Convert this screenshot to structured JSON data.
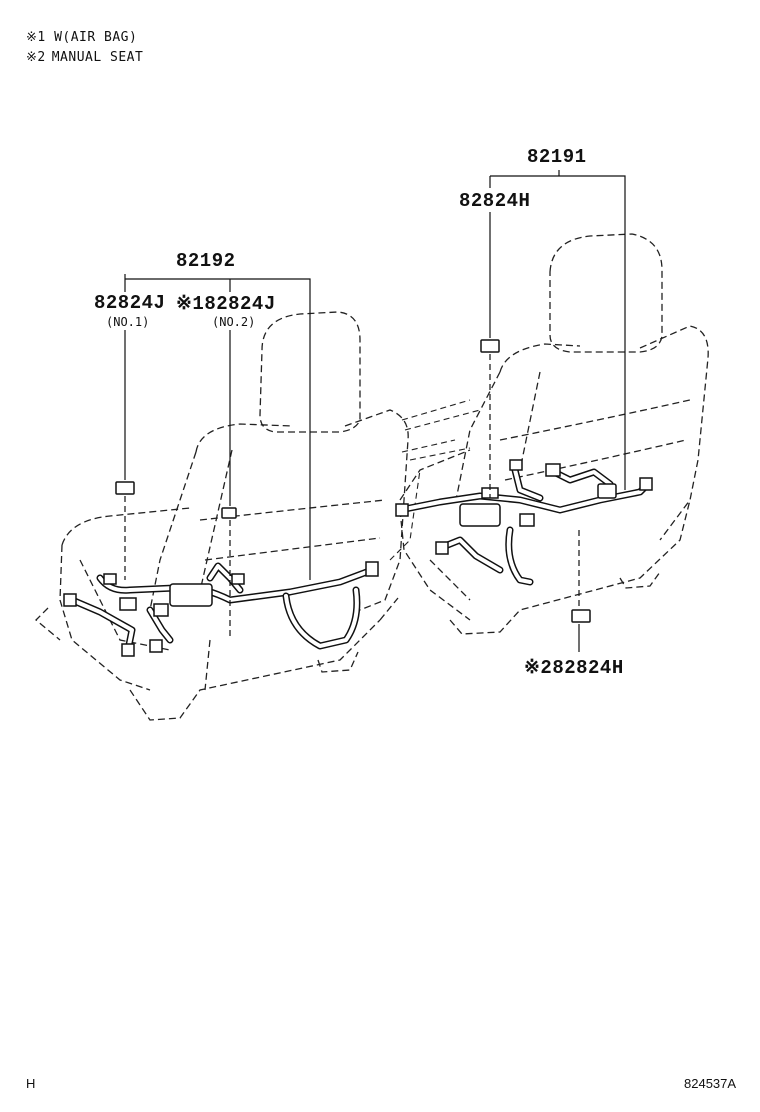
{
  "notes": [
    {
      "mark": "※1",
      "text": "W(AIR BAG)"
    },
    {
      "mark": "※2",
      "text": "MANUAL SEAT"
    }
  ],
  "parts": {
    "right_assembly": "82191",
    "right_connector_top": "82824H",
    "right_connector_bottom": "※282824H",
    "left_assembly": "82192",
    "left_connector_no1": "82824J",
    "left_connector_no1_sub": "(NO.1)",
    "left_connector_no2": "※182824J",
    "left_connector_no2_sub": "(NO.2)"
  },
  "corner": {
    "left": "H",
    "right": "824537A"
  },
  "icons": [
    "seat-outline",
    "wire-harness",
    "connector-clip"
  ]
}
